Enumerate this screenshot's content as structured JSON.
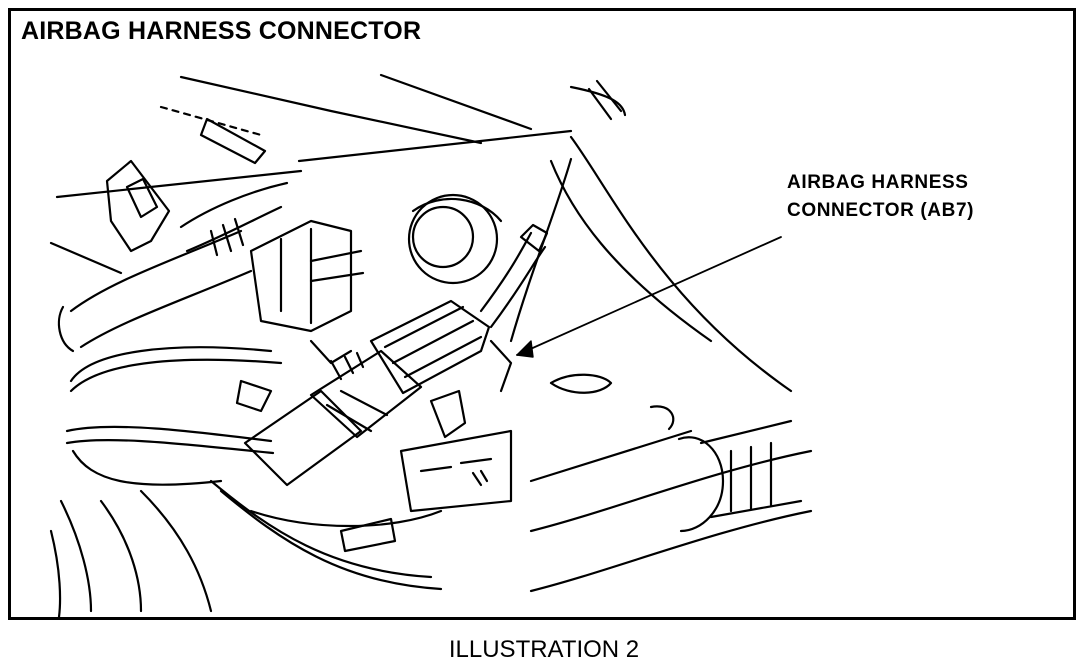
{
  "diagram": {
    "title": "AIRBAG HARNESS CONNECTOR",
    "callout": {
      "line1": "AIRBAG HARNESS",
      "line2": "CONNECTOR (AB7)"
    },
    "caption": "ILLUSTRATION 2"
  }
}
